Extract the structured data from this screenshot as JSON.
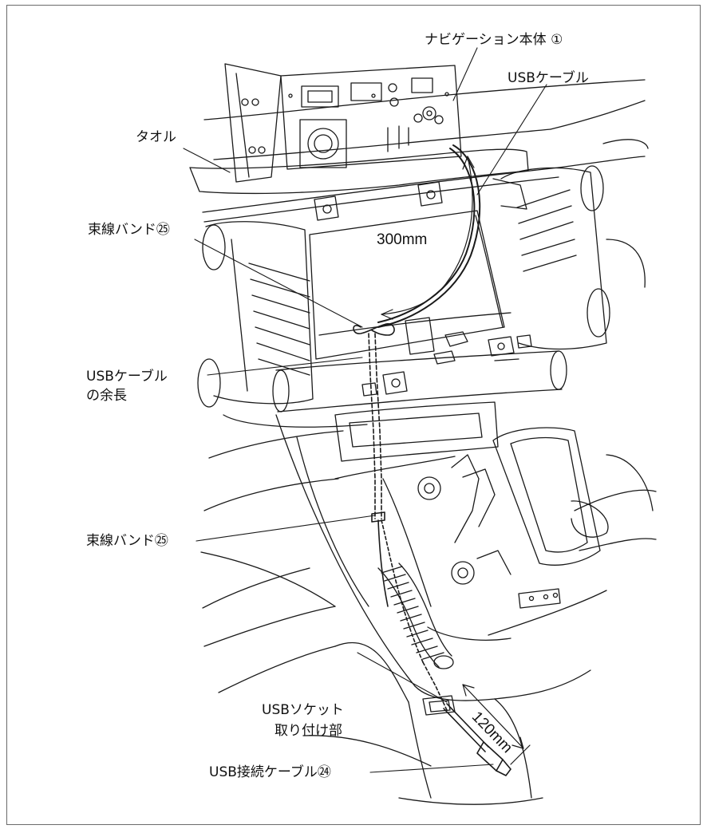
{
  "labels": {
    "navi_unit": "ナビゲーション本体 ①",
    "usb_cable": "USBケーブル",
    "towel": "タオル",
    "tie_band_upper": "束線バンド㉕",
    "usb_cable_excess_line1": "USBケーブル",
    "usb_cable_excess_line2": "の余長",
    "tie_band_lower": "束線バンド㉕",
    "usb_socket_line1": "USBソケット",
    "usb_socket_line2": "取り付け部",
    "usb_connection_cable": "USB接続ケーブル㉔"
  },
  "dimensions": {
    "upper_length": "300mm",
    "lower_length": "120mm"
  },
  "colors": {
    "line": "#1a1a1a",
    "frame": "#6a6a6a",
    "background": "#ffffff"
  }
}
